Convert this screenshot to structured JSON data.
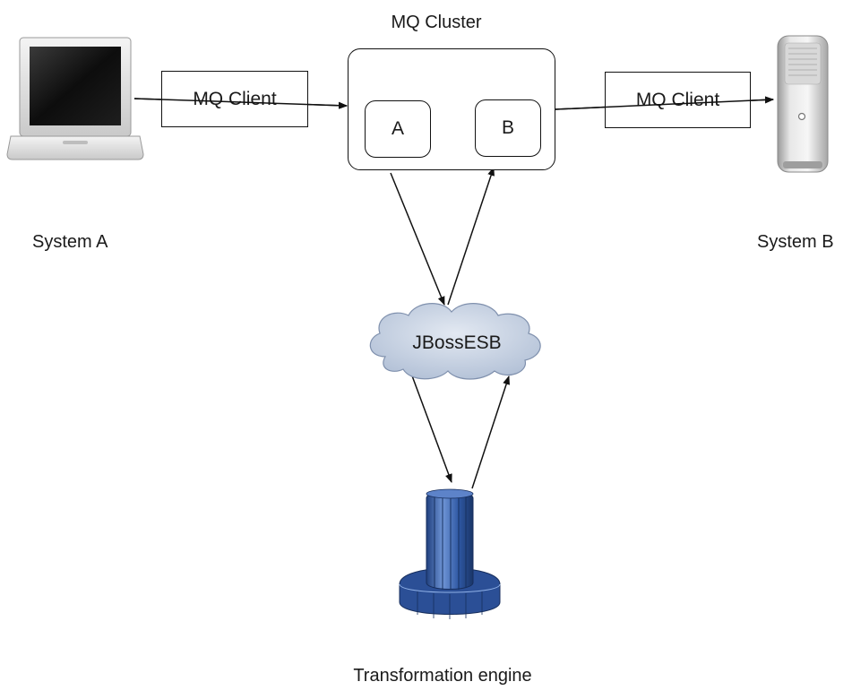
{
  "cluster": {
    "title": "MQ Cluster",
    "queue_a_label": "A",
    "queue_b_label": "B"
  },
  "clients": {
    "left_label": "MQ Client",
    "right_label": "MQ Client"
  },
  "systems": {
    "a_label": "System A",
    "a_icon": "laptop-icon",
    "b_label": "System B",
    "b_icon": "server-tower-icon"
  },
  "esb": {
    "label": "JBossESB",
    "icon": "cloud-icon"
  },
  "engine": {
    "label": "Transformation engine",
    "icon": "mainframe-icon"
  },
  "colors": {
    "line": "#111111",
    "cloud_fill": "#c8d3e3",
    "engine_blue": "#3d66b0"
  }
}
